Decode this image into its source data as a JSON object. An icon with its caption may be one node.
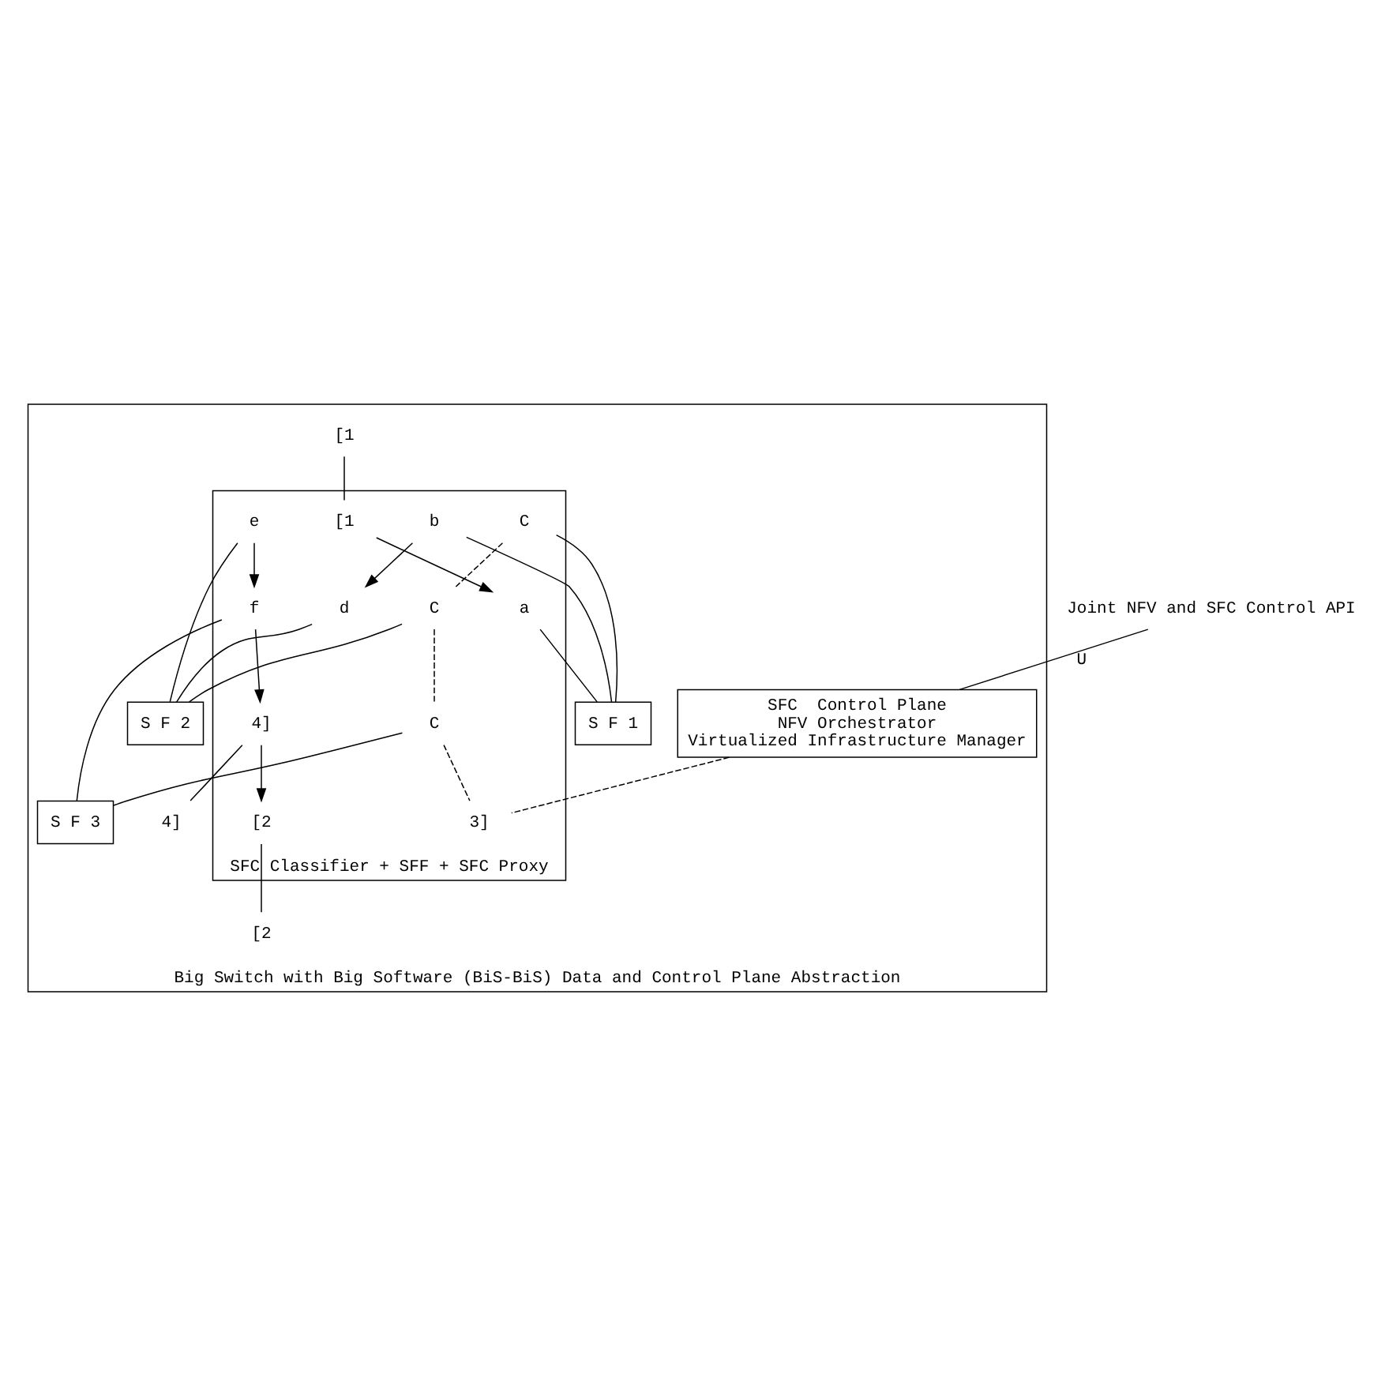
{
  "diagram": {
    "nodes": [
      {
        "text": [
          "Big Switch with Big Software (BiS-BiS) Data and Control Plane Abstraction"
        ]
      },
      {
        "text": [
          "Joint NFV and SFC Control API"
        ]
      },
      {
        "text": [
          "SFC  Control Plane",
          "NFV Orchestrator",
          "Virtualized Infrastructure Manager"
        ],
        "in": 0
      },
      {
        "text": [
          "S F 1"
        ],
        "in": 0
      },
      {
        "text": [
          "S F 2"
        ],
        "in": 0
      },
      {
        "text": [
          "S F 3"
        ],
        "in": 0
      },
      {
        "text": [
          "SFC Classifier + SFF + SFC Proxy"
        ],
        "in": 0
      },
      {
        "text": [
          "[1"
        ],
        "in": 0
      },
      {
        "text": [
          "[2"
        ],
        "in": 0
      },
      {
        "text": [
          "[1"
        ],
        "in": 6
      },
      {
        "text": [
          "[2"
        ],
        "in": 6
      },
      {
        "text": [
          "a"
        ],
        "in": 6
      },
      {
        "text": [
          "b"
        ],
        "in": 6
      },
      {
        "text": [
          "C"
        ],
        "in": 6
      },
      {
        "text": [
          "C"
        ],
        "in": 6
      },
      {
        "text": [
          "d"
        ],
        "in": 6
      },
      {
        "text": [
          "e"
        ],
        "in": 6
      },
      {
        "text": [
          "f"
        ],
        "in": 6
      },
      {
        "text": [
          "C"
        ],
        "in": 6
      },
      {
        "text": [
          "3]"
        ],
        "in": 6
      },
      {
        "text": [
          "4]"
        ],
        "in": 6
      },
      {
        "text": [
          "4]"
        ],
        "in": 0
      }
    ],
    "edges": [
      {
        "from": 1,
        "to": 2,
        "arrow": "none",
        "label": "U"
      },
      {
        "from": 7,
        "to": 9,
        "arrow": "none"
      },
      {
        "from": 9,
        "to": 11,
        "arrow": "to"
      },
      {
        "from": 11,
        "to": 3,
        "arrow": "none"
      },
      {
        "from": 12,
        "to": 3,
        "arrow": "none"
      },
      {
        "from": 13,
        "to": 3,
        "arrow": "none"
      },
      {
        "from": 12,
        "to": 15,
        "arrow": "to"
      },
      {
        "from": 14,
        "to": 4,
        "arrow": "none"
      },
      {
        "from": 15,
        "to": 4,
        "arrow": "none"
      },
      {
        "from": 16,
        "to": 4,
        "arrow": "none"
      },
      {
        "from": 16,
        "to": 17,
        "arrow": "to"
      },
      {
        "from": 17,
        "to": 5,
        "arrow": "none"
      },
      {
        "from": 18,
        "to": 5,
        "arrow": "none"
      },
      {
        "from": 17,
        "to": 20,
        "arrow": "to"
      },
      {
        "from": 20,
        "to": 10,
        "arrow": "to"
      },
      {
        "from": 10,
        "to": 8,
        "arrow": "none"
      },
      {
        "from": 20,
        "to": 21,
        "arrow": "none"
      },
      {
        "from": 13,
        "to": 14,
        "arrow": "none",
        "style": "dashed"
      },
      {
        "from": 14,
        "to": 18,
        "arrow": "none",
        "style": "dashed"
      },
      {
        "from": 18,
        "to": 19,
        "arrow": "none",
        "style": "dashed"
      },
      {
        "from": 2,
        "to": 19,
        "arrow": "none",
        "style": "dashed"
      }
    ]
  }
}
